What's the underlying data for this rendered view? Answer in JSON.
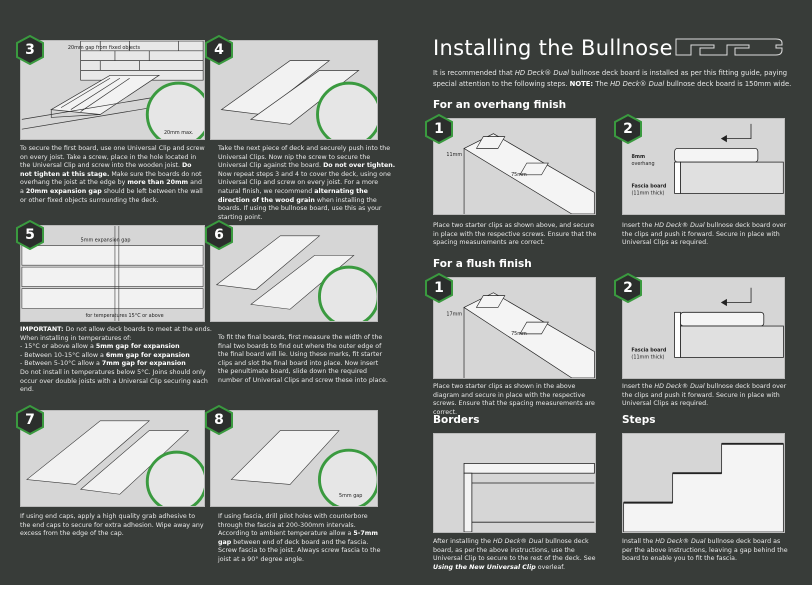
{
  "title": "Installing the Bullnose",
  "intro": {
    "p1": "It is recommended that ",
    "brand": "HD Deck® Dual",
    "p2": " bullnose deck board is installed as per this fitting guide, paying special attention to the following steps. ",
    "note": "NOTE:",
    "p3": " The ",
    "p4": " bullnose deck board is 150mm wide."
  },
  "steps": [
    {
      "num": "3",
      "callout1": "20mm gap from fixed objects",
      "callout2": "20mm max.",
      "t1": "To secure the first board, use one Universal Clip and screw on every joist. Take a screw, place in the hole located in the Universal Clip and screw into the wooden joist. ",
      "b1": "Do not tighten at this stage.",
      "t2": " Make sure the boards do not overhang the joist at the edge by ",
      "b2": "more than 20mm",
      "t3": " and a ",
      "b3": "20mm expansion gap",
      "t4": " should be left between the wall or other fixed objects surrounding the deck."
    },
    {
      "num": "4",
      "t1": "Take the next piece of deck and securely push into the Universal Clips. Now nip the screw to secure the Universal Clip against the board. ",
      "b1": "Do not over tighten.",
      "t2": " Now repeat steps 3 and 4 to cover the deck, using one Universal Clip and screw on every joist. For a more natural finish, we recommend ",
      "b2": "alternating the direction of the wood grain",
      "t3": " when installing the boards. If using the bullnose board, use this as your starting point."
    },
    {
      "num": "5",
      "callout1": "5mm expansion gap",
      "callout2": "for temperatures 15°C or above",
      "b0": "IMPORTANT:",
      "t0": " Do not allow deck boards to meet at the ends. When installing in temperatures of:",
      "l1": "- 15°C or above allow a ",
      "lb1": "5mm gap for expansion",
      "l2": "- Between 10-15°C allow a ",
      "lb2": "6mm gap for expansion",
      "l3": "- Between 5-10°C allow a ",
      "lb3": "7mm gap for expansion",
      "t1": "Do not install in temperatures below 5°C. Joins should only occur over double joists with a Universal Clip securing each end."
    },
    {
      "num": "6",
      "t1": "To fit the final boards, first measure the width of the final two boards to find out where the outer edge of the final board will lie. Using these marks, fit starter clips and slot the final board into place. Now insert the penultimate board, slide down the required number of Universal Clips and screw these into place."
    },
    {
      "num": "7",
      "t1": "If using end caps, apply a high quality grab adhesive to the end caps to secure for extra adhesion. Wipe away any excess from the edge of the cap."
    },
    {
      "num": "8",
      "callout1": "5mm gap",
      "t1": "If using fascia, drill pilot holes with counterbore through the fascia at 200-300mm intervals. According to ambient temperature allow a ",
      "b1": "5-7mm gap",
      "t2": " between end of deck board and the fascia. Screw fascia to the joist. Always screw fascia to the joist at a 90° degree angle."
    }
  ],
  "overhang": {
    "heading": "For an overhang finish",
    "s1": {
      "num": "1",
      "dim1": "11mm",
      "dim2": "75mm",
      "text": "Place two starter clips as shown above, and secure in place with the respective screws. Ensure that the spacing measurements are correct."
    },
    "s2": {
      "num": "2",
      "lab1": "8mm",
      "lab1b": "overhang",
      "lab2": "Fascia board",
      "lab2b": "(11mm thick)",
      "t1": "Insert the ",
      "t2": " bullnose deck board over the clips and push it forward. Secure in place with Universal Clips as required."
    }
  },
  "flush": {
    "heading": "For a flush finish",
    "s1": {
      "num": "1",
      "dim1": "17mm",
      "dim2": "75mm",
      "text": "Place two starter clips as shown in the above diagram and secure in place with the respective screws. Ensure that the spacing measurements are correct."
    },
    "s2": {
      "num": "2",
      "lab2": "Fascia board",
      "lab2b": "(11mm thick)",
      "t1": "Insert the ",
      "t2": " bullnose deck board over the clips and push it forward. Secure in place with Universal Clips as required."
    }
  },
  "borders": {
    "heading": "Borders",
    "t1": "After installing the ",
    "t2": " bullnose deck board, as per the above instructions, use the Universal Clip to secure to the rest of the deck. See ",
    "link": "Using the New Universal Clip",
    "t3": " overleaf."
  },
  "steps_section": {
    "heading": "Steps",
    "t1": "Install the ",
    "t2": " bullnose deck board as per the above instructions, leaving a gap behind the board to enable you to fit the fascia."
  },
  "brand": "HD Deck® Dual",
  "colors": {
    "background": "#383c39",
    "accent": "#3a9a3f",
    "panel": "#d6d6d6"
  }
}
